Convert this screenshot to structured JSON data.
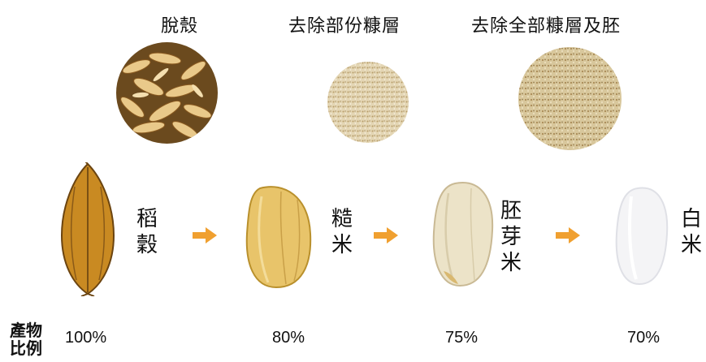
{
  "steps": [
    {
      "title": "脫殼"
    },
    {
      "title": "去除部份糠層"
    },
    {
      "title": "去除全部糠層及胚"
    }
  ],
  "stages": [
    {
      "label": "稻穀",
      "percent": "100%",
      "color": "#c98a22"
    },
    {
      "label": "糙米",
      "percent": "80%",
      "color": "#e8c46a"
    },
    {
      "label": "胚芽米",
      "percent": "75%",
      "color": "#ece3c8"
    },
    {
      "label": "白米",
      "percent": "70%",
      "color": "#f4f4f6"
    }
  ],
  "row_label": {
    "line1": "產物",
    "line2": "比例"
  },
  "arrow_color": "#f0a030"
}
